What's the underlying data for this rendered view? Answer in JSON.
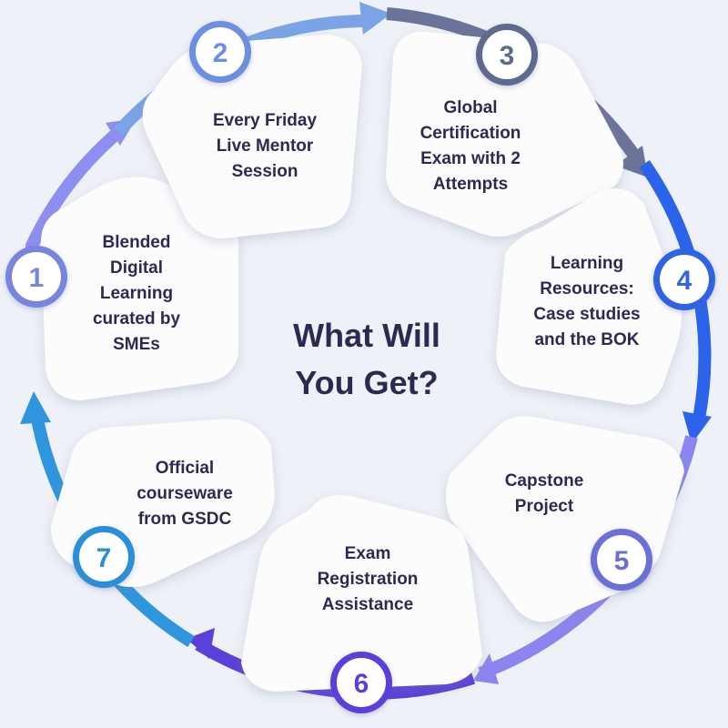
{
  "center": {
    "line1": "What Will",
    "line2": "You Get?"
  },
  "steps": [
    {
      "number": "1",
      "lines": [
        "Blended",
        "Digital",
        "Learning",
        "curated by",
        "SMEs"
      ],
      "color": "#7784e0"
    },
    {
      "number": "2",
      "lines": [
        "Every Friday",
        "Live Mentor",
        "Session"
      ],
      "color": "#6c8fe0"
    },
    {
      "number": "3",
      "lines": [
        "Global",
        "Certification",
        "Exam with 2",
        "Attempts"
      ],
      "color": "#5e6a8e"
    },
    {
      "number": "4",
      "lines": [
        "Learning",
        "Resources:",
        "Case studies",
        "and the BOK"
      ],
      "color": "#2f64e6"
    },
    {
      "number": "5",
      "lines": [
        "Capstone",
        "Project"
      ],
      "color": "#6a6fd6"
    },
    {
      "number": "6",
      "lines": [
        "Exam",
        "Registration",
        "Assistance"
      ],
      "color": "#5a3fd8"
    },
    {
      "number": "7",
      "lines": [
        "Official",
        "courseware",
        "from GSDC"
      ],
      "color": "#2b8fd6"
    }
  ]
}
